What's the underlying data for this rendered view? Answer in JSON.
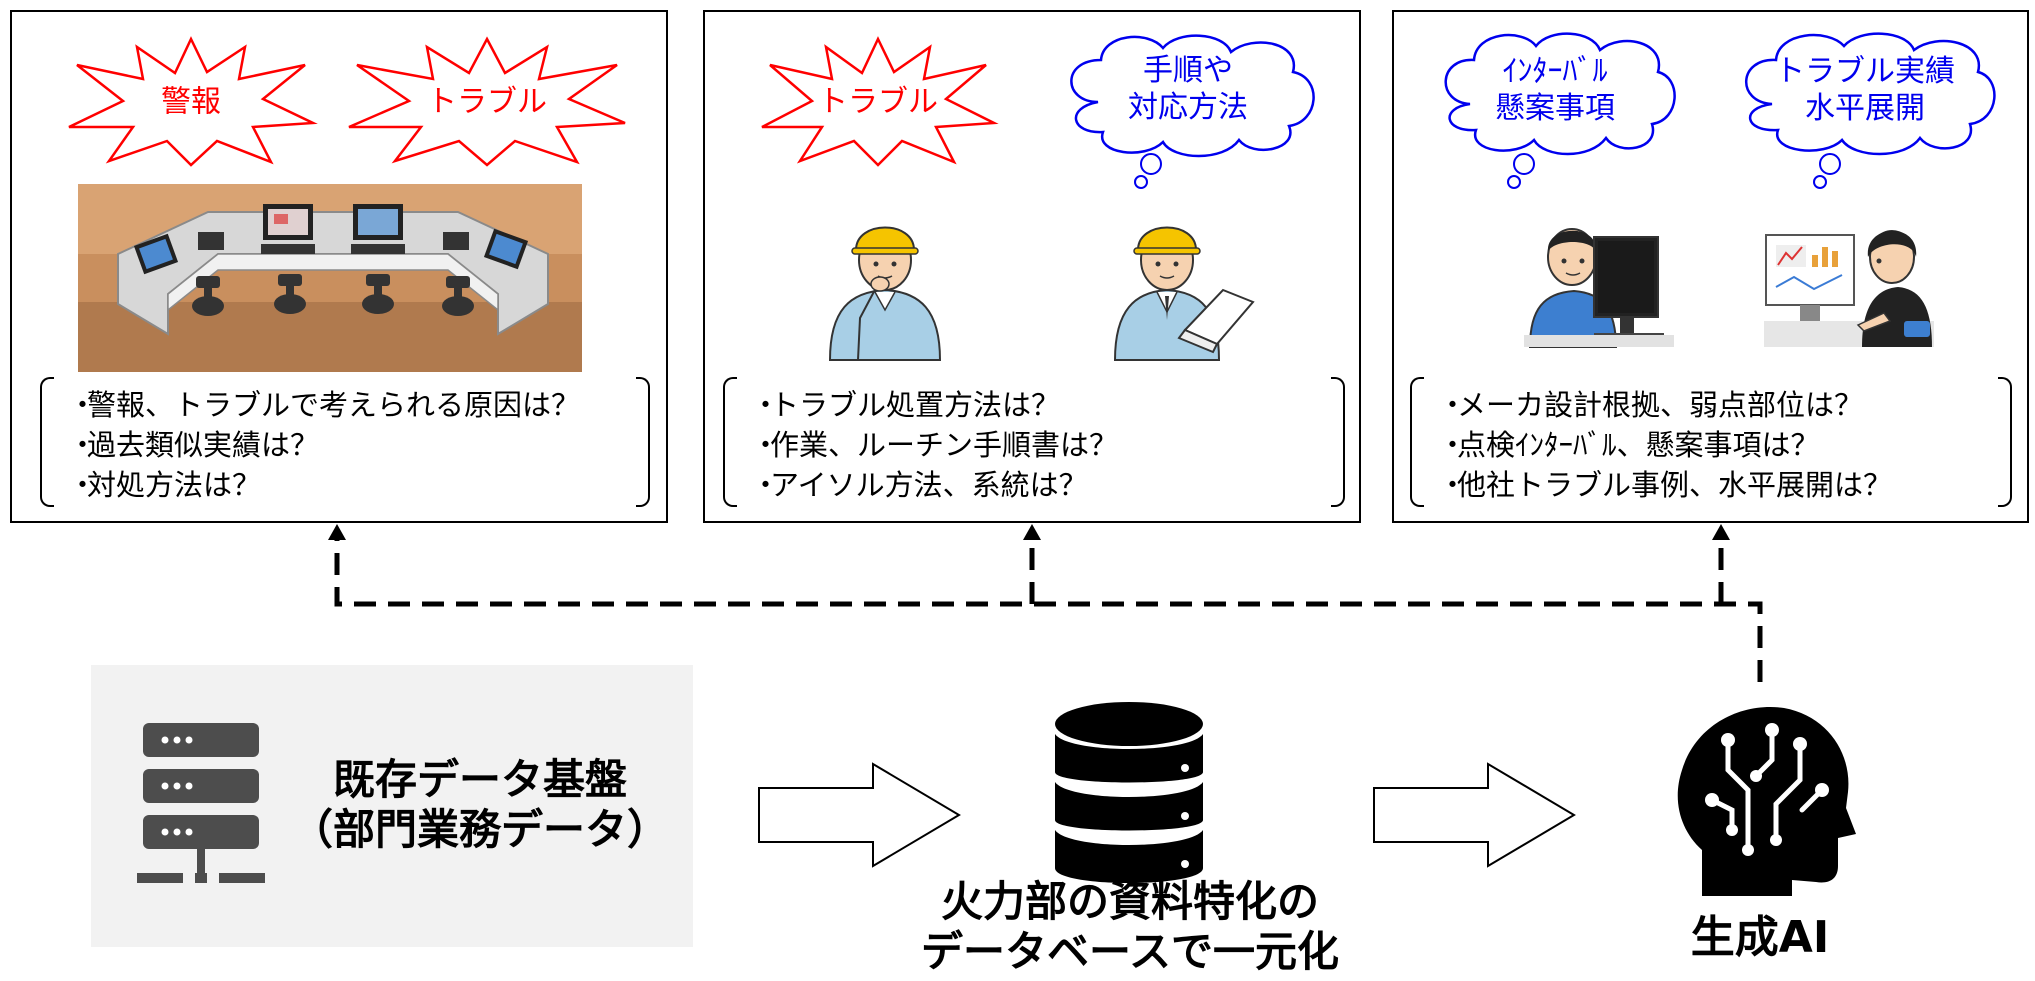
{
  "panels": [
    {
      "bursts": [
        "警報",
        "トラブル"
      ],
      "questions": [
        "警報、トラブルで考えられる原因は？",
        "過去類似実績は？",
        "対処方法は？"
      ]
    },
    {
      "bursts": [
        "トラブル"
      ],
      "thought": [
        "手順や",
        "対応方法"
      ],
      "questions": [
        "トラブル処置方法は？",
        "作業、ルーチン手順書は？",
        "アイソル方法、系統は？"
      ]
    },
    {
      "thoughts": [
        [
          "ｲﾝﾀｰﾊﾞﾙ",
          "懸案事項"
        ],
        [
          "トラブル実績",
          "水平展開"
        ]
      ],
      "questions": [
        "メーカ設計根拠、弱点部位は？",
        "点検ｲﾝﾀｰﾊﾞﾙ、懸案事項は？",
        "他社トラブル事例、水平展開は？"
      ]
    }
  ],
  "flow": {
    "existing_data": [
      "既存データ基盤",
      "（部門業務データ）"
    ],
    "database": [
      "火力部の資料特化の",
      "データベースで一元化"
    ],
    "ai": "生成AI"
  },
  "colors": {
    "burst": "#ff0000",
    "thought": "#0000ee",
    "gray_box": "#f2f2f2",
    "skin": "#f6d2b0",
    "helmet": "#f5c400",
    "uniform": "#a8cfe6"
  },
  "icons": [
    "explosion-burst-icon",
    "thought-cloud-icon",
    "control-room-illustration",
    "worker-illustration",
    "engineer-illustration",
    "server-rack-icon",
    "database-icon",
    "ai-head-icon",
    "outline-arrow-icon"
  ]
}
